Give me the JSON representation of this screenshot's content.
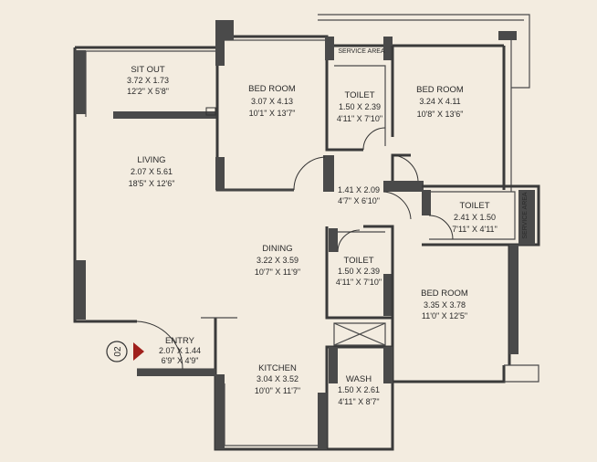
{
  "plan": {
    "rooms": {
      "sitout": {
        "name": "SIT OUT",
        "dims": "3.72 X 1.73",
        "imperial": "12'2\" X 5'8\""
      },
      "bed1": {
        "name": "BED ROOM",
        "dims": "3.07 X 4.13",
        "imperial": "10'1\" X 13'7\""
      },
      "toilet1": {
        "name": "TOILET",
        "dims": "1.50 X 2.39",
        "imperial": "4'11\" X 7'10\""
      },
      "bed2": {
        "name": "BED ROOM",
        "dims": "3.24 X 4.11",
        "imperial": "10'8\" X 13'6\""
      },
      "living": {
        "name": "LIVING",
        "dims": "2.07 X 5.61",
        "imperial": "18'5\" X 12'6\""
      },
      "passage": {
        "dims": "1.41 X 2.09",
        "imperial": "4'7\" X 6'10\""
      },
      "toilet2": {
        "name": "TOILET",
        "dims": "2.41 X 1.50",
        "imperial": "7'11\" X 4'11\""
      },
      "dining": {
        "name": "DINING",
        "dims": "3.22 X 3.59",
        "imperial": "10'7\" X 11'9\""
      },
      "toilet3": {
        "name": "TOILET",
        "dims": "1.50 X 2.39",
        "imperial": "4'11\" X 7'10\""
      },
      "bed3": {
        "name": "BED ROOM",
        "dims": "3.35 X 3.78",
        "imperial": "11'0\" X 12'5\""
      },
      "entry": {
        "name": "ENTRY",
        "dims": "2.07 X 1.44",
        "imperial": "6'9\" X 4'9\""
      },
      "kitchen": {
        "name": "KITCHEN",
        "dims": "3.04 X 3.52",
        "imperial": "10'0\" X 11'7\""
      },
      "wash": {
        "name": "WASH",
        "dims": "1.50 X 2.61",
        "imperial": "4'11\" X 8'7\""
      }
    },
    "service_area_top": "SERVICE AREA",
    "service_area_right": "SERVICE AREA",
    "unit_number": "02",
    "colors": {
      "wall": "#3a3a3a",
      "background": "#f3ece0",
      "marker": "#a0201c"
    }
  }
}
